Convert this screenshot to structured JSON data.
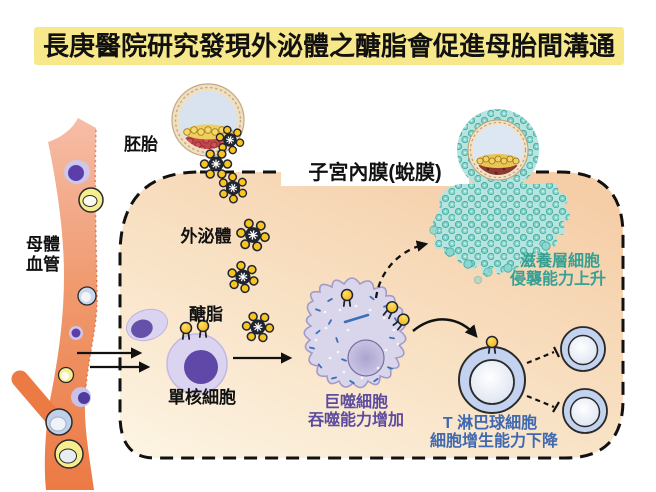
{
  "title": {
    "text": "長庚醫院研究發現外泌體之醣脂會促進母胎間溝通"
  },
  "labels": {
    "embryo": "胚胎",
    "maternal_vessel_line1": "母體",
    "maternal_vessel_line2": "血管",
    "exosome": "外泌體",
    "decidua": "子宮內膜(蛻膜)",
    "glycolipid": "醣脂",
    "monocyte": "單核細胞",
    "macrophage_line1": "巨噬細胞",
    "macrophage_line2": "吞噬能力增加",
    "trophoblast_line1": "滋養層細胞",
    "trophoblast_line2": "侵襲能力上升",
    "tcell_line1": "T 淋巴球細胞",
    "tcell_line2": "細胞增生能力下降"
  },
  "colors": {
    "banner_bg": "#F8E88C",
    "vessel_orange": "#ED7A46",
    "decidua_peach": "#F5CDA6",
    "macrophage_text": "#5C4B9E",
    "trophoblast_text": "#35A093",
    "tcell_text": "#3E68B2",
    "exosome_dark": "#20242F",
    "glycolipid_yellow": "#F7C51E",
    "trophoblast_teal": "#7BD0C8",
    "monocyte_purple": "#5F48A8"
  }
}
